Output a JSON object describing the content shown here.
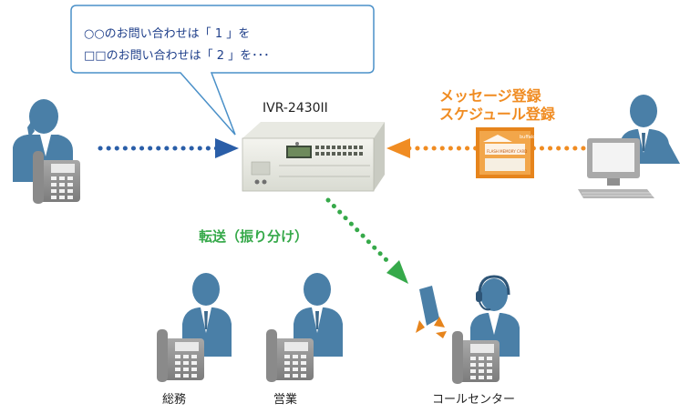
{
  "bubble": {
    "line1": "○○のお問い合わせは「 1 」を",
    "line2": "□□のお問い合わせは「 2 」を･･･"
  },
  "device": {
    "label": "IVR-2430II"
  },
  "right_labels": {
    "line1": "メッセージ登録",
    "line2": "スケジュール登録"
  },
  "transfer_label": "転送（振り分け）",
  "card": {
    "brand": "buffalo",
    "text": "FLASH MEMORY CARD"
  },
  "departments": [
    {
      "label": "総務"
    },
    {
      "label": "営業"
    },
    {
      "label": "コールセンター"
    }
  ],
  "colors": {
    "person": "#4a7fa7",
    "phone": "#8a8a8a",
    "arrow_blue": "#2a5ea8",
    "arrow_orange": "#f08c22",
    "arrow_green": "#36a94a",
    "bubble_border": "#4a90c8"
  },
  "icons": [
    "person-icon",
    "desk-phone-icon",
    "ivr-device-icon",
    "computer-icon",
    "memory-card-icon",
    "headset-icon"
  ]
}
